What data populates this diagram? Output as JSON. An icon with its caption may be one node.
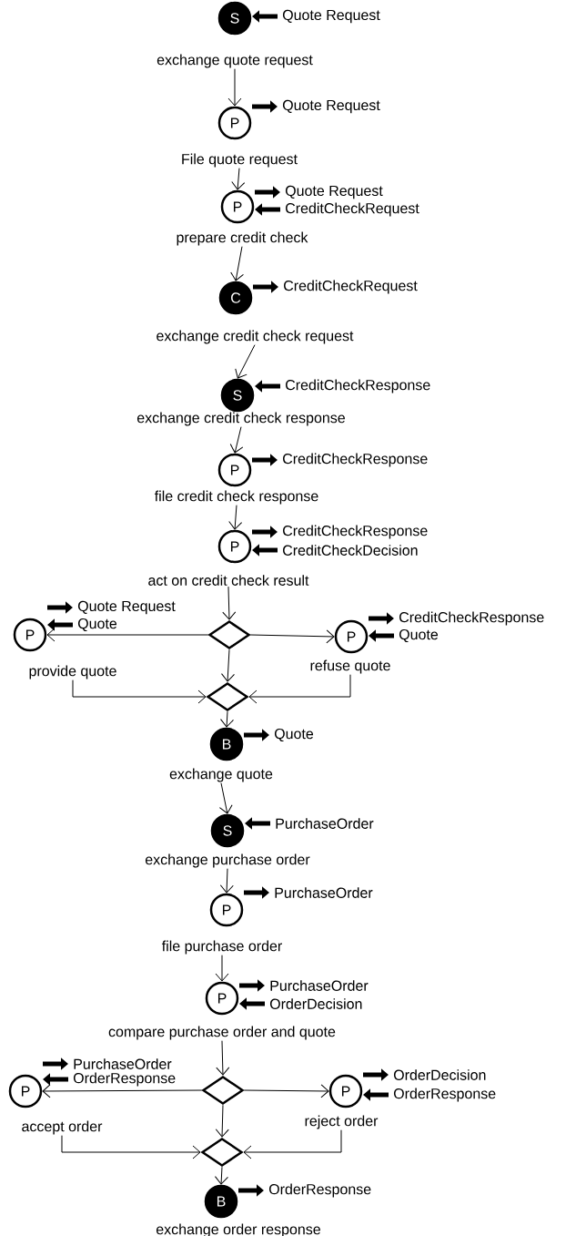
{
  "diagram": {
    "nodes": [
      {
        "text": [
          "S"
        ],
        "beside": [
          "Quote Request",
          "exchange quote request"
        ]
      },
      {
        "text": [
          "P"
        ],
        "beside": [
          "Quote Request",
          "File quote request"
        ]
      },
      {
        "text": [
          "P"
        ],
        "beside": [
          "Quote Request",
          "CreditCheckRequest",
          "prepare credit check"
        ]
      },
      {
        "text": [
          "C"
        ],
        "beside": [
          "CreditCheckRequest",
          "exchange credit check request"
        ]
      },
      {
        "text": [
          "S"
        ],
        "beside": [
          "CreditCheckResponse",
          "exchange credit check response"
        ]
      },
      {
        "text": [
          "P"
        ],
        "beside": [
          "CreditCheckResponse",
          "file credit check response"
        ]
      },
      {
        "text": [
          "P"
        ],
        "beside": [
          "CreditCheckResponse",
          "CreditCheckDecision",
          "act on credit check result"
        ]
      },
      {
        "text": [
          "P"
        ],
        "beside": [
          "Quote Request",
          "Quote",
          "provide quote"
        ]
      },
      {
        "text": [],
        "shape": "diamond"
      },
      {
        "text": [
          "P"
        ],
        "beside": [
          "CreditCheckResponse",
          "Quote",
          "refuse quote"
        ]
      },
      {
        "text": [],
        "shape": "diamond"
      },
      {
        "text": [
          "B"
        ],
        "beside": [
          "Quote",
          "exchange quote"
        ]
      },
      {
        "text": [
          "S"
        ],
        "beside": [
          "PurchaseOrder",
          "exchange purchase order"
        ]
      },
      {
        "text": [
          "P"
        ],
        "beside": [
          "PurchaseOrder",
          "file purchase order"
        ]
      },
      {
        "text": [
          "P"
        ],
        "beside": [
          "PurchaseOrder",
          "OrderDecision",
          "compare purchase order and quote"
        ]
      },
      {
        "text": [
          "P"
        ],
        "beside": [
          "PurchaseOrder",
          "OrderResponse",
          "accept order"
        ]
      },
      {
        "text": [],
        "shape": "diamond"
      },
      {
        "text": [
          "P"
        ],
        "beside": [
          "OrderDecision",
          "OrderResponse",
          "reject order"
        ]
      },
      {
        "text": [],
        "shape": "diamond"
      },
      {
        "text": [
          "B"
        ],
        "beside": [
          "OrderResponse",
          "exchange order response"
        ]
      }
    ],
    "edges": [
      {
        "from": 0,
        "to": 1,
        "arrow": "to"
      },
      {
        "from": 1,
        "to": 2,
        "arrow": "to"
      },
      {
        "from": 2,
        "to": 3,
        "arrow": "to"
      },
      {
        "from": 3,
        "to": 4,
        "arrow": "to"
      },
      {
        "from": 4,
        "to": 5,
        "arrow": "to"
      },
      {
        "from": 5,
        "to": 6,
        "arrow": "to"
      },
      {
        "from": 6,
        "to": 8,
        "arrow": "to"
      },
      {
        "from": 8,
        "to": 7,
        "arrow": "to"
      },
      {
        "from": 8,
        "to": 9,
        "arrow": "to"
      },
      {
        "from": 8,
        "to": 10,
        "arrow": "to"
      },
      {
        "from": 7,
        "to": 10,
        "arrow": "to"
      },
      {
        "from": 9,
        "to": 10,
        "arrow": "to"
      },
      {
        "from": 10,
        "to": 11,
        "arrow": "to"
      },
      {
        "from": 11,
        "to": 12,
        "arrow": "to"
      },
      {
        "from": 12,
        "to": 13,
        "arrow": "to"
      },
      {
        "from": 13,
        "to": 14,
        "arrow": "to"
      },
      {
        "from": 14,
        "to": 16,
        "arrow": "to"
      },
      {
        "from": 16,
        "to": 15,
        "arrow": "to"
      },
      {
        "from": 16,
        "to": 17,
        "arrow": "to"
      },
      {
        "from": 16,
        "to": 18,
        "arrow": "to"
      },
      {
        "from": 15,
        "to": 18,
        "arrow": "to"
      },
      {
        "from": 17,
        "to": 18,
        "arrow": "to"
      },
      {
        "from": 18,
        "to": 19,
        "arrow": "to"
      }
    ]
  }
}
